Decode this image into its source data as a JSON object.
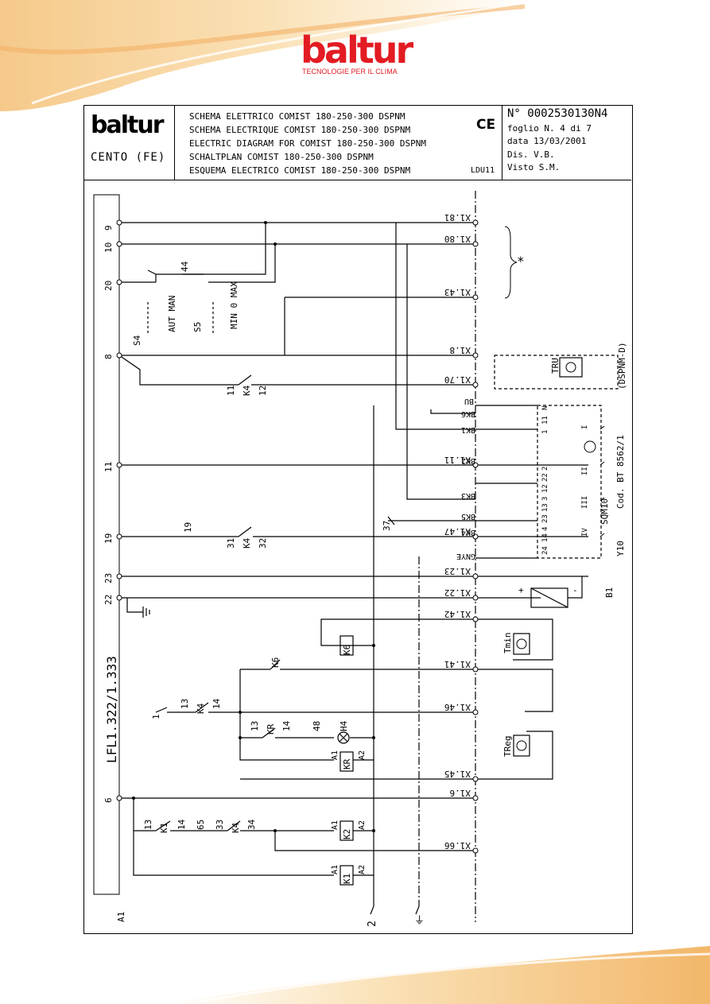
{
  "brand": {
    "logo_text": "baltur",
    "tagline": "TECNOLOGIE PER IL CLIMA",
    "color": "#e31b23"
  },
  "title_block": {
    "logo_text": "baltur",
    "city": "CENTO (FE)",
    "titles": [
      "SCHEMA ELETTRICO COMIST 180-250-300 DSPNM",
      "SCHEMA ELECTRIQUE COMIST 180-250-300 DSPNM",
      "ELECTRIC DIAGRAM FOR COMIST 180-250-300 DSPNM",
      "SCHALTPLAN COMIST 180-250-300 DSPNM",
      "ESQUEMA ELECTRICO COMIST 180-250-300 DSPNM"
    ],
    "ce_mark": "CE",
    "ldu": "LDU11",
    "doc_number": "N° 0002530130N4",
    "sheet": "foglio N. 4 di 7",
    "date": "data 13/03/2001",
    "drawn": "Dis. V.B.",
    "checked": "Visto S.M."
  },
  "diagram": {
    "controller": "LFL1.322/1.333",
    "controller_ref": "A1",
    "left_pins": [
      "9",
      "10",
      "20",
      "8",
      "11",
      "19",
      "23",
      "22",
      "6"
    ],
    "terminals": [
      "X1.81",
      "X1.80",
      "X1.43",
      "X1.8",
      "X1.70",
      "X1.11",
      "X1.47",
      "X1.23",
      "X1.22",
      "X1.42",
      "X1.41",
      "X1.46",
      "X1.45",
      "X1.6",
      "X1.66"
    ],
    "switch_labels": [
      "S4",
      "S5",
      "AUT MAN",
      "MIN 0 MAX",
      "44"
    ],
    "relay_contacts": [
      "11",
      "K4",
      "12",
      "19",
      "31",
      "K4",
      "32",
      "K6",
      "1",
      "13",
      "K4",
      "14",
      "13",
      "KR",
      "14",
      "48",
      "H4",
      "13",
      "K1",
      "14",
      "65",
      "33",
      "K4",
      "34"
    ],
    "coils": [
      "K6",
      "KR",
      "K2",
      "K1"
    ],
    "coil_terms": [
      "A1",
      "A2"
    ],
    "thermostats": [
      "TRU",
      "Tmin",
      "TReg"
    ],
    "optional_note": "(DSPNM-D)",
    "asterisk": "*",
    "servomotor": "SQM10",
    "servo_code": "Cod. BT 8562/1",
    "servo_wires": [
      "BU",
      "BK6",
      "BK1",
      "BK2",
      "BK3",
      "BK5",
      "BK4",
      "GNYE"
    ],
    "servo_pins": [
      "N",
      "11",
      "1",
      "2",
      "22",
      "12",
      "3",
      "13",
      "23",
      "4",
      "14",
      "24"
    ],
    "servo_cams": [
      "I",
      "II",
      "III",
      "IV"
    ],
    "valve": "Y10",
    "probe": "B1",
    "probe_polarity": [
      "+",
      "-"
    ],
    "wire_37": "37",
    "bottom_labels": [
      "2",
      "⏚"
    ]
  }
}
